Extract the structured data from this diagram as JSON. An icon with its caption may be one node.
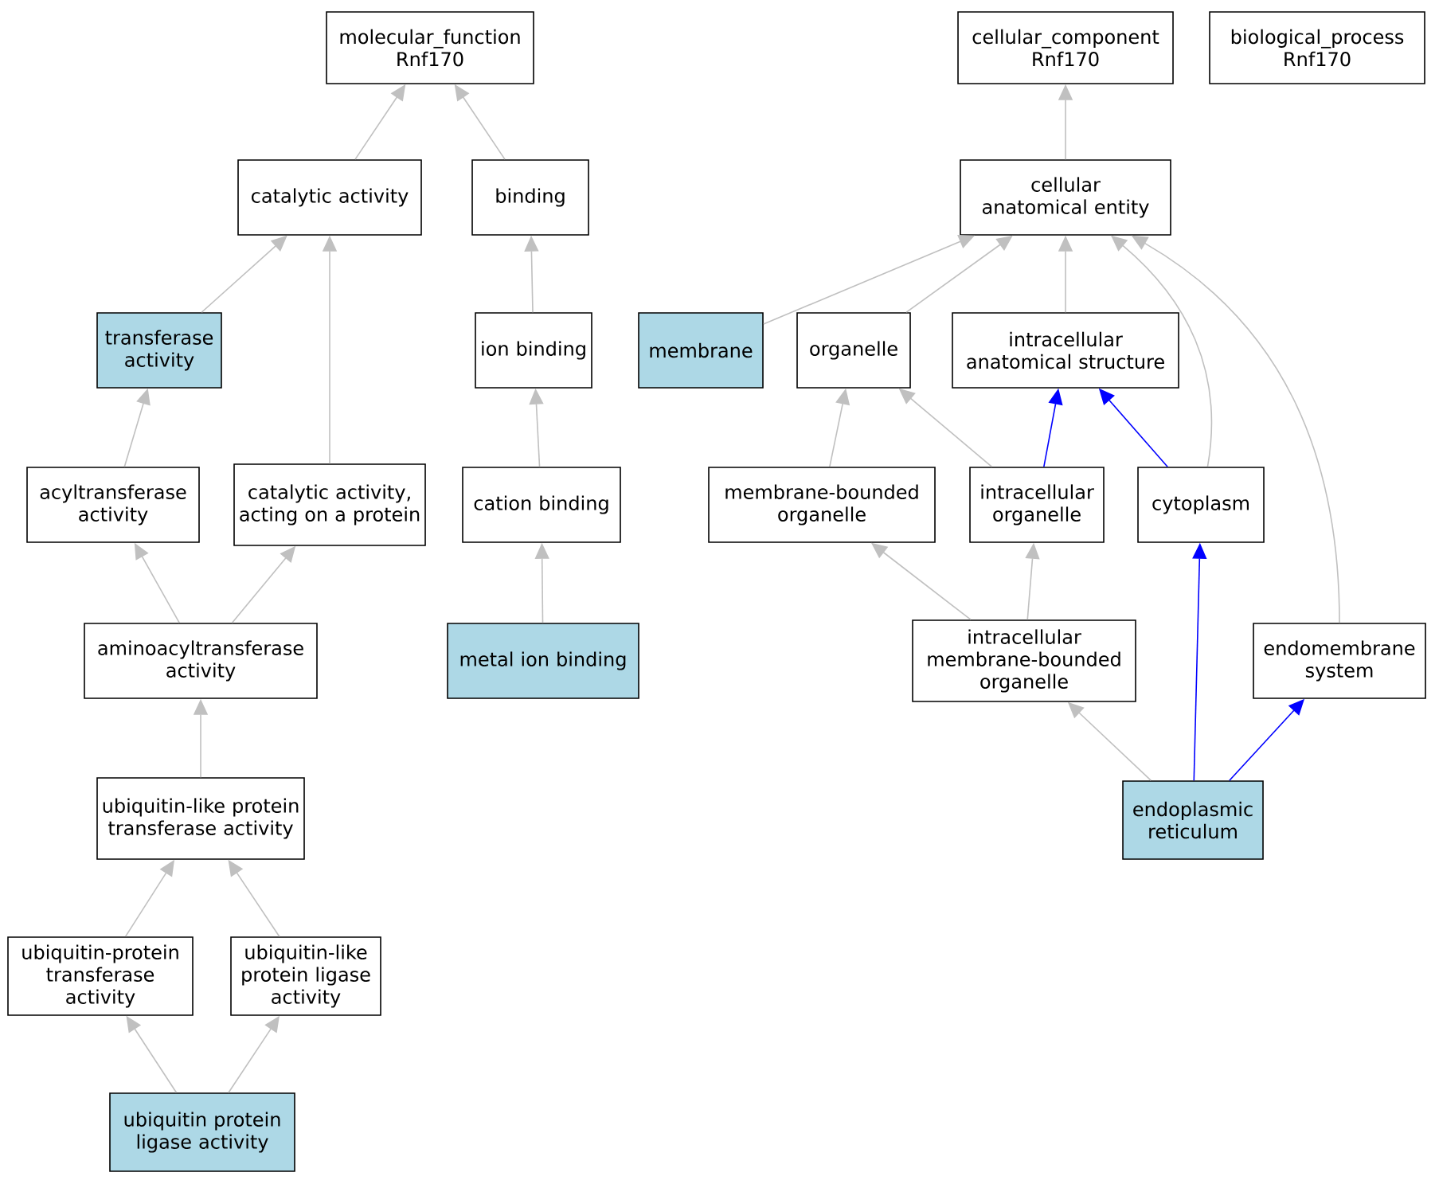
{
  "diagram": {
    "nodes": [
      {
        "text": [
          "molecular_function Rnf170"
        ]
      },
      {
        "text": [
          "cellular_component Rnf170"
        ]
      },
      {
        "text": [
          "biological_process Rnf170"
        ]
      },
      {
        "text": [
          "catalytic activity"
        ]
      },
      {
        "text": [
          "binding"
        ]
      },
      {
        "text": [
          "cellular anatomical entity"
        ]
      },
      {
        "text": [
          "transferase activity"
        ]
      },
      {
        "text": [
          "ion binding"
        ]
      },
      {
        "text": [
          "membrane"
        ]
      },
      {
        "text": [
          "organelle"
        ]
      },
      {
        "text": [
          "intracellular anatomical structure"
        ]
      },
      {
        "text": [
          "acyltransferase activity"
        ]
      },
      {
        "text": [
          "catalytic activity, acting on a protein"
        ]
      },
      {
        "text": [
          "cation binding"
        ]
      },
      {
        "text": [
          "membrane-bounded organelle"
        ]
      },
      {
        "text": [
          "intracellular organelle"
        ]
      },
      {
        "text": [
          "cytoplasm"
        ]
      },
      {
        "text": [
          "aminoacyltransferase activity"
        ]
      },
      {
        "text": [
          "metal ion binding"
        ]
      },
      {
        "text": [
          "intracellular membrane-bounded organelle"
        ]
      },
      {
        "text": [
          "endomembrane system"
        ]
      },
      {
        "text": [
          "ubiquitin-like protein transferase activity"
        ]
      },
      {
        "text": [
          "endoplasmic reticulum"
        ]
      },
      {
        "text": [
          "ubiquitin-protein transferase activity"
        ]
      },
      {
        "text": [
          "ubiquitin-like protein ligase activity"
        ]
      },
      {
        "text": [
          "ubiquitin protein ligase activity"
        ]
      }
    ],
    "edges": [
      {
        "from": 3,
        "to": 0,
        "arrow": "to"
      },
      {
        "from": 4,
        "to": 0,
        "arrow": "to"
      },
      {
        "from": 6,
        "to": 3,
        "arrow": "to"
      },
      {
        "from": 12,
        "to": 3,
        "arrow": "to"
      },
      {
        "from": 7,
        "to": 4,
        "arrow": "to"
      },
      {
        "from": 11,
        "to": 6,
        "arrow": "to"
      },
      {
        "from": 17,
        "to": 11,
        "arrow": "to"
      },
      {
        "from": 17,
        "to": 12,
        "arrow": "to"
      },
      {
        "from": 13,
        "to": 7,
        "arrow": "to"
      },
      {
        "from": 18,
        "to": 13,
        "arrow": "to"
      },
      {
        "from": 21,
        "to": 17,
        "arrow": "to"
      },
      {
        "from": 23,
        "to": 21,
        "arrow": "to"
      },
      {
        "from": 24,
        "to": 21,
        "arrow": "to"
      },
      {
        "from": 25,
        "to": 23,
        "arrow": "to"
      },
      {
        "from": 25,
        "to": 24,
        "arrow": "to"
      },
      {
        "from": 5,
        "to": 1,
        "arrow": "to"
      },
      {
        "from": 8,
        "to": 5,
        "arrow": "to"
      },
      {
        "from": 9,
        "to": 5,
        "arrow": "to"
      },
      {
        "from": 10,
        "to": 5,
        "arrow": "to"
      },
      {
        "from": 16,
        "to": 5,
        "arrow": "to"
      },
      {
        "from": 20,
        "to": 5,
        "arrow": "to"
      },
      {
        "from": 14,
        "to": 9,
        "arrow": "to"
      },
      {
        "from": 15,
        "to": 9,
        "arrow": "to"
      },
      {
        "from": 15,
        "to": 10,
        "arrow": "to",
        "color": "#0000ff"
      },
      {
        "from": 16,
        "to": 10,
        "arrow": "to",
        "color": "#0000ff"
      },
      {
        "from": 19,
        "to": 14,
        "arrow": "to"
      },
      {
        "from": 19,
        "to": 15,
        "arrow": "to"
      },
      {
        "from": 22,
        "to": 19,
        "arrow": "to"
      },
      {
        "from": 22,
        "to": 16,
        "arrow": "to",
        "color": "#0000ff"
      },
      {
        "from": 22,
        "to": 20,
        "arrow": "to",
        "color": "#0000ff"
      }
    ]
  }
}
